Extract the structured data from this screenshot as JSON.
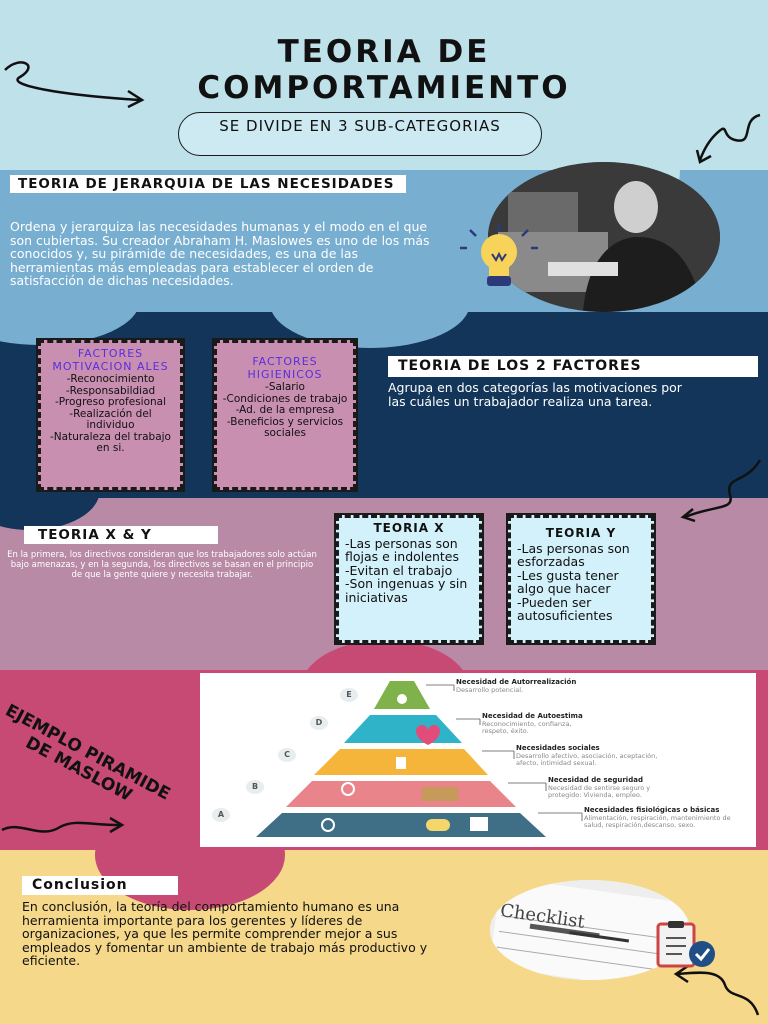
{
  "header": {
    "title_line1": "TEORIA DE",
    "title_line2": "COMPORTAMIENTO",
    "subtitle": "SE DIVIDE EN 3 SUB-CATEGORIAS"
  },
  "jerarquia": {
    "heading": "TEORIA DE JERARQUIA DE LAS NECESIDADES",
    "body": "Ordena y jerarquiza las necesidades humanas y el modo en el que son cubiertas. Su creador Abraham H. Maslowes es uno de los más conocidos y, su pirámide de necesidades, es una de las herramientas más empleadas para establecer el orden de satisfacción de dichas necesidades."
  },
  "dos_factores": {
    "heading": "TEORIA DE LOS 2 FACTORES",
    "body": "Agrupa en dos categorías las motivaciones por las cuáles un trabajador realiza una tarea.",
    "motivacionales": {
      "title": "FACTORES MOTIVACION ALES",
      "items": [
        "-Reconocimiento",
        "-Responsabildiad",
        "-Progreso profesional",
        "-Realización del individuo",
        "-Naturaleza del trabajo en si."
      ]
    },
    "higienicos": {
      "title": "FACTORES HIGIENICOS",
      "items": [
        "-Salario",
        "-Condiciones de trabajo",
        "-Ad. de la empresa",
        "-Beneficios y servicios sociales"
      ]
    }
  },
  "xy": {
    "heading": "TEORIA X & Y",
    "body": "En la primera, los directivos consideran que los trabajadores solo actúan bajo amenazas, y en la segunda, los directivos se basan en el  principio de que la gente quiere y necesita trabajar.",
    "x": {
      "title": "TEORIA X",
      "items": [
        "-Las personas son flojas e indolentes",
        "-Evitan el trabajo",
        "-Son ingenuas y sin iniciativas"
      ]
    },
    "y": {
      "title": "TEORIA Y",
      "items": [
        "-Las personas son esforzadas",
        "-Les gusta tener algo que hacer",
        "-Pueden ser autosuficientes"
      ]
    }
  },
  "ejemplo": {
    "label": "EJEMPLO PIRAMIDE DE MASLOW",
    "levels": [
      {
        "letter": "E",
        "name": "Necesidad de Autorrealización",
        "desc": "Desarrollo potencial.",
        "color": "#7fb24a"
      },
      {
        "letter": "D",
        "name": "Necesidad de Autoestima",
        "desc": "Reconocimiento, confianza, respeto, éxito.",
        "color": "#2fb3c8"
      },
      {
        "letter": "C",
        "name": "Necesidades sociales",
        "desc": "Desarrollo afectivo, asociación, aceptación, afecto, intimidad sexual.",
        "color": "#f4b53a"
      },
      {
        "letter": "B",
        "name": "Necesidad de seguridad",
        "desc": "Necesidad de sentirse seguro y protegido: Vivienda, empleo.",
        "color": "#e8848a"
      },
      {
        "letter": "A",
        "name": "Necesidades fisiológicas o básicas",
        "desc": "Alimentación, respiración, mantenimiento de salud, respiración,descanso, sexo.",
        "color": "#3f6f86"
      }
    ]
  },
  "conclusion": {
    "heading": "Conclusion",
    "body": "En conclusión, la teoría del comportamiento humano es una herramienta importante para los gerentes y líderes de organizaciones, ya que les permite comprender mejor a sus empleados y fomentar un ambiente de trabajo más productivo y eficiente.",
    "checklist_label": "Checklist"
  }
}
